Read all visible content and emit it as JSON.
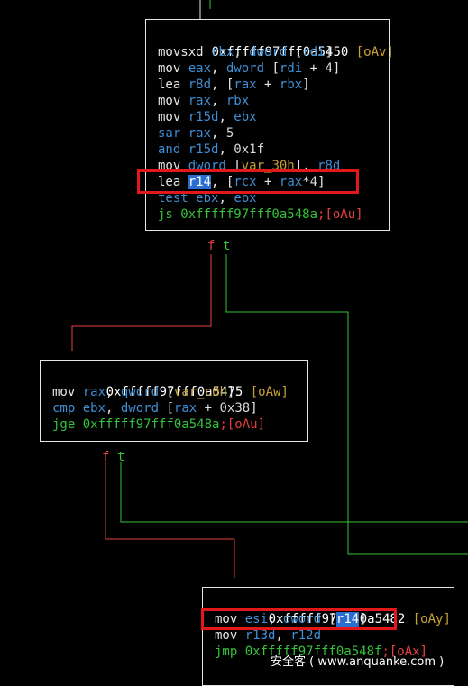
{
  "blocks": [
    {
      "address": "0xfffff97fff0a5450",
      "tag": "[oAv]",
      "lines": [
        [
          [
            "mn",
            "movsxd "
          ],
          [
            "reg",
            "rbx"
          ],
          [
            "plain",
            ", "
          ],
          [
            "kw",
            "dword"
          ],
          [
            "plain",
            " ["
          ],
          [
            "reg",
            "rdi"
          ],
          [
            "plain",
            "]"
          ]
        ],
        [
          [
            "mn",
            "mov "
          ],
          [
            "reg",
            "eax"
          ],
          [
            "plain",
            ", "
          ],
          [
            "kw",
            "dword"
          ],
          [
            "plain",
            " ["
          ],
          [
            "reg",
            "rdi"
          ],
          [
            "plain",
            " + "
          ],
          [
            "num",
            "4"
          ],
          [
            "plain",
            "]"
          ]
        ],
        [
          [
            "mn",
            "lea "
          ],
          [
            "reg",
            "r8d"
          ],
          [
            "plain",
            ", ["
          ],
          [
            "reg",
            "rax"
          ],
          [
            "plain",
            " + "
          ],
          [
            "reg",
            "rbx"
          ],
          [
            "plain",
            "]"
          ]
        ],
        [
          [
            "mn",
            "mov "
          ],
          [
            "reg",
            "rax"
          ],
          [
            "plain",
            ", "
          ],
          [
            "reg",
            "rbx"
          ]
        ],
        [
          [
            "mn",
            "mov "
          ],
          [
            "reg",
            "r15d"
          ],
          [
            "plain",
            ", "
          ],
          [
            "reg",
            "ebx"
          ]
        ],
        [
          [
            "kw",
            "sar "
          ],
          [
            "reg",
            "rax"
          ],
          [
            "plain",
            ", "
          ],
          [
            "num",
            "5"
          ]
        ],
        [
          [
            "kw",
            "and "
          ],
          [
            "reg",
            "r15d"
          ],
          [
            "plain",
            ", "
          ],
          [
            "num",
            "0x1f"
          ]
        ],
        [
          [
            "mn",
            "mov "
          ],
          [
            "kw",
            "dword"
          ],
          [
            "plain",
            " ["
          ],
          [
            "var",
            "var_30h"
          ],
          [
            "plain",
            "], "
          ],
          [
            "reg",
            "r8d"
          ]
        ],
        [
          [
            "mn",
            "lea "
          ],
          [
            "hl",
            "r14"
          ],
          [
            "plain",
            ", ["
          ],
          [
            "reg",
            "rcx"
          ],
          [
            "plain",
            " + "
          ],
          [
            "reg",
            "rax"
          ],
          [
            "plain",
            "*"
          ],
          [
            "num",
            "4"
          ],
          [
            "plain",
            "]"
          ]
        ],
        [
          [
            "kw",
            "test "
          ],
          [
            "reg",
            "ebx"
          ],
          [
            "plain",
            ", "
          ],
          [
            "reg",
            "ebx"
          ]
        ],
        [
          [
            "jmp",
            "js 0xfffff97fff0a548a"
          ],
          [
            "jref",
            ";[oAu]"
          ]
        ]
      ]
    },
    {
      "address": "0xfffff97fff0a5475",
      "tag": "[oAw]",
      "lines": [
        [
          [
            "mn",
            "mov "
          ],
          [
            "reg",
            "rax"
          ],
          [
            "plain",
            ", "
          ],
          [
            "kw",
            "qword"
          ],
          [
            "plain",
            " ["
          ],
          [
            "var",
            "var_c0h"
          ],
          [
            "plain",
            "]"
          ]
        ],
        [
          [
            "kw",
            "cmp "
          ],
          [
            "reg",
            "ebx"
          ],
          [
            "plain",
            ", "
          ],
          [
            "kw",
            "dword"
          ],
          [
            "plain",
            " ["
          ],
          [
            "reg",
            "rax"
          ],
          [
            "plain",
            " + "
          ],
          [
            "num",
            "0x38"
          ],
          [
            "plain",
            "]"
          ]
        ],
        [
          [
            "jmp",
            "jge 0xfffff97fff0a548a"
          ],
          [
            "jref",
            ";[oAu]"
          ]
        ]
      ]
    },
    {
      "address": "0xfffff97fff0a5482",
      "tag": "[oAy]",
      "lines": [
        [
          [
            "mn",
            "mov "
          ],
          [
            "reg",
            "esi"
          ],
          [
            "plain",
            ", "
          ],
          [
            "kw",
            "dword"
          ],
          [
            "plain",
            " ["
          ],
          [
            "hl",
            "r14"
          ],
          [
            "plain",
            "]"
          ]
        ],
        [
          [
            "mn",
            "mov "
          ],
          [
            "reg",
            "r13d"
          ],
          [
            "plain",
            ", "
          ],
          [
            "reg",
            "r12d"
          ]
        ],
        [
          [
            "jmp",
            "jmp 0xfffff97fff0a548f"
          ],
          [
            "jref",
            ";[oAx]"
          ]
        ]
      ]
    }
  ],
  "edge_labels": {
    "block1_false": "f",
    "block1_true": "t",
    "block2_false": "f",
    "block2_true": "t"
  },
  "watermark": "安全客 ( www.anquanke.com )",
  "colors": {
    "background": "#000000",
    "register": "#3f8fd6",
    "jump": "#36c23c",
    "jump_ref": "#e64040",
    "variable": "#c8a032",
    "highlight": "#2a6fd0",
    "annotation_box": "#e31919"
  }
}
